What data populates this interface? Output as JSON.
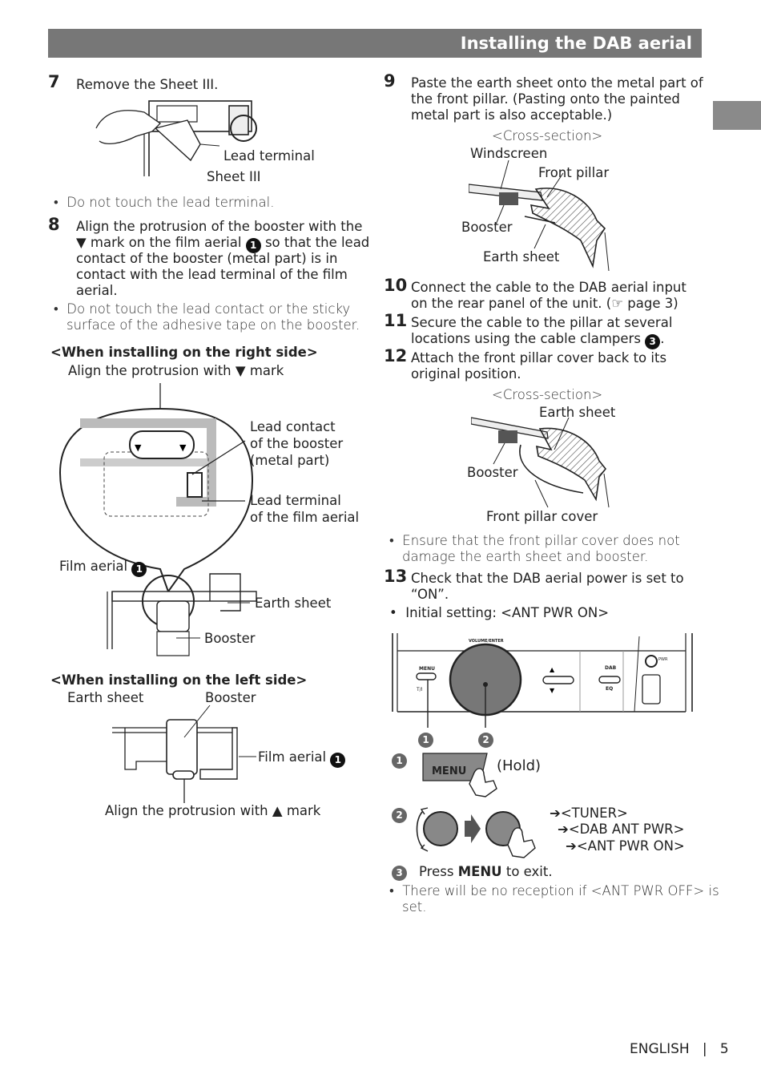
{
  "header": {
    "title": "Installing the DAB aerial"
  },
  "left": {
    "step7": {
      "num": "7",
      "text": "Remove the Sheet III.",
      "labels": {
        "lead_terminal": "Lead terminal",
        "sheet3": "Sheet III"
      },
      "bullet": "Do not touch the lead terminal."
    },
    "step8": {
      "num": "8",
      "text_a": "Align the protrusion of the booster with the",
      "text_b1": "▼ mark on the film aerial",
      "marker": "1",
      "text_b2": "so that the lead",
      "text_c": "contact of the booster (metal part) is in",
      "text_d": "contact with the lead terminal of the film",
      "text_e": "aerial.",
      "bullet_a": "Do not touch the lead contact or the sticky",
      "bullet_b": "surface of the adhesive tape on the booster."
    },
    "right_side": {
      "heading": "<When installing on the right side>",
      "align_label": "Align the protrusion with ▼ mark",
      "lead_contact_1": "Lead contact",
      "lead_contact_2": "of the booster",
      "lead_contact_3": "(metal part)",
      "lead_terminal_1": "Lead terminal",
      "lead_terminal_2": "of the film aerial",
      "film_aerial": "Film aerial",
      "marker": "1",
      "earth_sheet": "Earth sheet",
      "booster": "Booster"
    },
    "left_side": {
      "heading": "<When installing on the left side>",
      "earth_sheet": "Earth sheet",
      "booster": "Booster",
      "film_aerial": "Film aerial",
      "marker": "1",
      "align_label": "Align the protrusion with ▲ mark"
    }
  },
  "right": {
    "step9": {
      "num": "9",
      "text_a": "Paste the earth sheet onto the metal part of",
      "text_b": "the front pillar. (Pasting onto the painted",
      "text_c": "metal part is also acceptable.)",
      "cross_section": "<Cross-section>",
      "windscreen": "Windscreen",
      "front_pillar": "Front pillar",
      "booster": "Booster",
      "earth_sheet": "Earth sheet"
    },
    "step10": {
      "num": "10",
      "text_a": "Connect the cable to the DAB aerial input",
      "text_b": "on the rear panel of the unit. (☞ page 3)"
    },
    "step11": {
      "num": "11",
      "text_a": "Secure the cable to the pillar at several",
      "text_b": "locations using the cable clampers",
      "marker": "3"
    },
    "step12": {
      "num": "12",
      "text_a": "Attach the front pillar cover back to its",
      "text_b": "original position.",
      "cross_section": "<Cross-section>",
      "earth_sheet": "Earth sheet",
      "booster": "Booster",
      "front_pillar_cover": "Front pillar cover",
      "bullet_a": "Ensure that the front pillar cover does not",
      "bullet_b": "damage the earth sheet and booster."
    },
    "step13": {
      "num": "13",
      "text_a": "Check that the DAB aerial power is set to",
      "text_b": "“ON”.",
      "bullet": "Initial setting: <ANT PWR ON>"
    },
    "panel": {
      "menu": "MENU",
      "tiq": "T/I",
      "volume": "VOLUME/ENTER",
      "dab": "DAB",
      "eq": "EQ",
      "pwr": "PWR",
      "callout1": "1",
      "callout2": "2"
    },
    "proc": {
      "m1": "1",
      "menu_btn": "MENU",
      "hold": "(Hold)",
      "m2": "2",
      "path1": "➔<TUNER>",
      "path2": "➔<DAB ANT PWR>",
      "path3": "➔<ANT PWR ON>",
      "m3": "3",
      "press": "Press",
      "menu_bold": "MENU",
      "exit": "to exit.",
      "bullet_a": "There will be no reception if <ANT PWR OFF> is",
      "bullet_b": "set."
    }
  },
  "footer": {
    "lang": "ENGLISH",
    "sep": "|",
    "page": "5"
  }
}
